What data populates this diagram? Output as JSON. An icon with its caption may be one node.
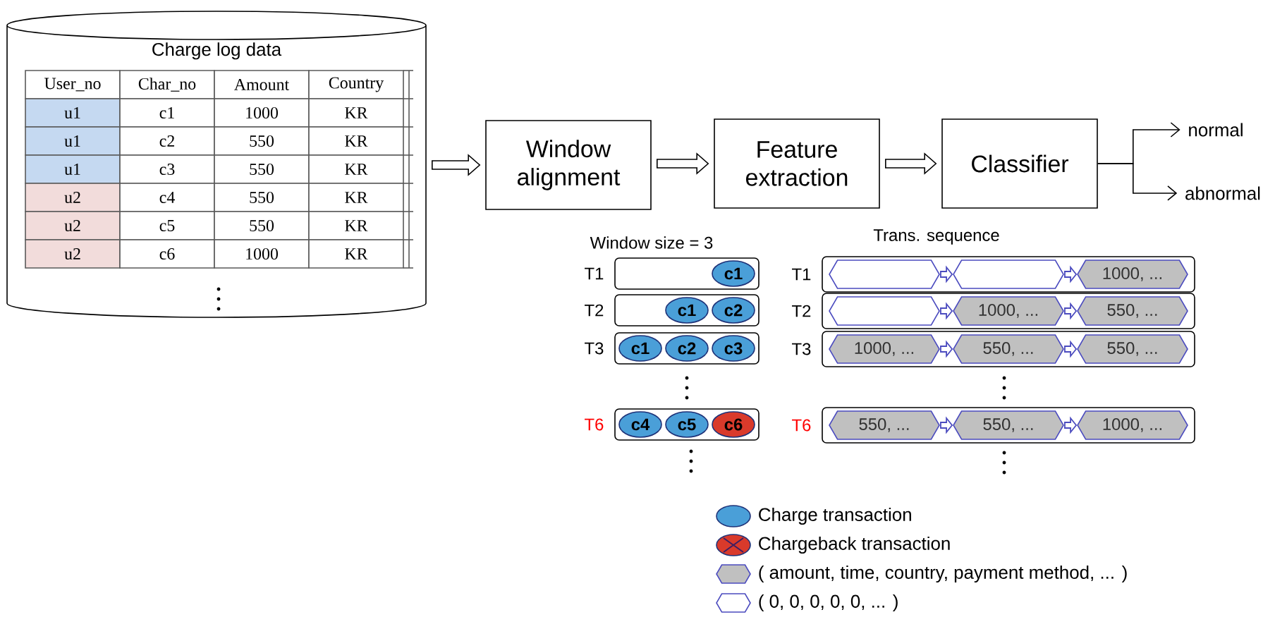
{
  "diagram": {
    "nodes": [
      {
        "text": [
          "Charge log data"
        ]
      },
      {
        "text": [
          "Window alignment"
        ]
      },
      {
        "text": [
          "Feature extraction"
        ]
      },
      {
        "text": [
          "Classifier"
        ]
      },
      {
        "text": [
          "normal"
        ]
      },
      {
        "text": [
          "abnormal"
        ]
      },
      {
        "text": [],
        "shape": "box",
        "beside": [
          "T1"
        ]
      },
      {
        "text": [
          "c1"
        ],
        "in": 6
      },
      {
        "text": [],
        "shape": "box",
        "beside": [
          "T1"
        ]
      },
      {
        "text": [],
        "shape": "hexagon",
        "in": 8
      },
      {
        "text": [],
        "shape": "hexagon",
        "in": 8
      },
      {
        "text": [
          "1000, ..."
        ],
        "in": 8
      },
      {
        "text": [],
        "shape": "box",
        "beside": [
          "T2"
        ]
      },
      {
        "text": [
          "c1"
        ],
        "in": 12
      },
      {
        "text": [
          "c2"
        ],
        "in": 12
      },
      {
        "text": [],
        "shape": "box",
        "beside": [
          "T2"
        ]
      },
      {
        "text": [],
        "shape": "hexagon",
        "in": 15
      },
      {
        "text": [
          "1000, ..."
        ],
        "in": 15
      },
      {
        "text": [
          "550, ..."
        ],
        "in": 15
      },
      {
        "text": [],
        "shape": "box",
        "beside": [
          "T3"
        ]
      },
      {
        "text": [
          "c1"
        ],
        "in": 19
      },
      {
        "text": [
          "c2"
        ],
        "in": 19
      },
      {
        "text": [
          "c3"
        ],
        "in": 19
      },
      {
        "text": [],
        "shape": "box",
        "beside": [
          "T3"
        ]
      },
      {
        "text": [
          "1000, ..."
        ],
        "in": 23
      },
      {
        "text": [
          "550, ..."
        ],
        "in": 23
      },
      {
        "text": [
          "550, ..."
        ],
        "in": 23
      },
      {
        "text": [],
        "shape": "box",
        "beside": [
          "T6"
        ]
      },
      {
        "text": [
          "c4"
        ],
        "in": 27
      },
      {
        "text": [
          "c5"
        ],
        "in": 27
      },
      {
        "text": [
          "c6"
        ],
        "in": 27
      },
      {
        "text": [],
        "shape": "box",
        "beside": [
          "T6"
        ]
      },
      {
        "text": [
          "550, ..."
        ],
        "in": 31
      },
      {
        "text": [
          "550, ..."
        ],
        "in": 31
      },
      {
        "text": [
          "1000, ..."
        ],
        "in": 31
      }
    ],
    "edges": [
      {
        "from": 0,
        "to": 1,
        "arrow": "to",
        "color": "#000000"
      },
      {
        "from": 1,
        "to": 2,
        "arrow": "to",
        "color": "#000000"
      },
      {
        "from": 2,
        "to": 3,
        "arrow": "to",
        "color": "#000000"
      },
      {
        "from": 3,
        "to": 4,
        "arrow": "to",
        "color": "#000000"
      },
      {
        "from": 3,
        "to": 5,
        "arrow": "to",
        "color": "#000000"
      },
      {
        "from": 9,
        "to": 10,
        "arrow": "to"
      },
      {
        "from": 10,
        "to": 11,
        "arrow": "to"
      },
      {
        "from": 16,
        "to": 17,
        "arrow": "to"
      },
      {
        "from": 17,
        "to": 18,
        "arrow": "to"
      },
      {
        "from": 24,
        "to": 25,
        "arrow": "to"
      },
      {
        "from": 25,
        "to": 26,
        "arrow": "to"
      },
      {
        "from": 32,
        "to": 33,
        "arrow": "to"
      },
      {
        "from": 33,
        "to": 34,
        "arrow": "to"
      }
    ],
    "labels": [
      "User_no",
      "Char_no",
      "Amount",
      "Country",
      "u1",
      "c1",
      "1000",
      "KR",
      "u1",
      "c2",
      "550",
      "KR",
      "u1",
      "c3",
      "550",
      "KR",
      "u2",
      "c4",
      "550",
      "KR",
      "u2",
      "c5",
      "550",
      "KR",
      "u2",
      "c6",
      "1000",
      "KR",
      "Window size = 3",
      "Trans. sequence"
    ],
    "legend": [
      {
        "text": "Charge transaction",
        "color": "#4a9fd8"
      },
      {
        "text": "Chargeback transaction",
        "color": "#d93a2b"
      },
      {
        "text": "( amount, time, country, payment method, ... )",
        "color": "#c0c0c0"
      },
      {
        "text": "( 0, 0, 0, 0, 0, ... )"
      }
    ]
  }
}
